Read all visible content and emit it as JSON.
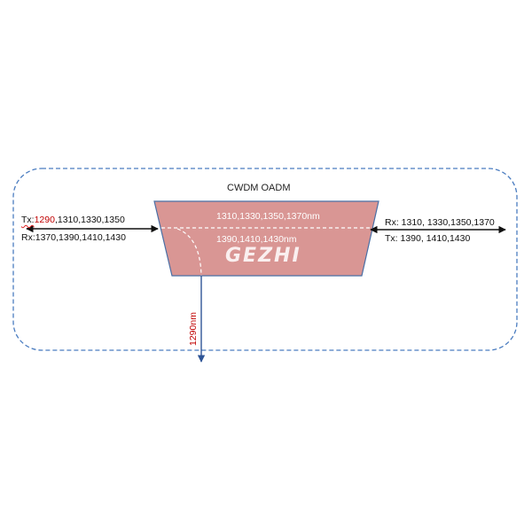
{
  "diagram": {
    "title": "CWDM OADM",
    "left": {
      "tx_label": "Tx:",
      "tx_highlight": "1290",
      "tx_rest": ",1310,1330,1350",
      "rx": "Rx:1370,1390,1410,1430"
    },
    "right": {
      "rx": "Rx: 1310, 1330,1350,1370",
      "tx": "Tx: 1390, 1410,1430"
    },
    "box": {
      "upper": "1310,1330,1350,1370nm",
      "lower": "1390,1410,1430nm",
      "logo": "GEZHI"
    },
    "drop": "1290nm",
    "colors": {
      "box_fill": "#d99694",
      "box_stroke": "#4a6fa5",
      "dashed_border": "#4a7cc0",
      "drop_arrow": "#2f5597",
      "highlight": "#c00000"
    }
  }
}
